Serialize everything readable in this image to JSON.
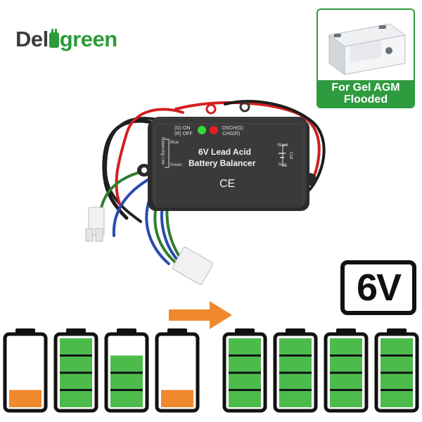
{
  "logo": {
    "part1": "Del",
    "part2": "green"
  },
  "badge": {
    "line1": "For Gel AGM",
    "line2": "Flooded"
  },
  "device": {
    "title_line1": "6V Lead Acid",
    "title_line2": "Battery Balancer",
    "led_green_label_1": "(G) ON",
    "led_green_label_2": "(R) OFF",
    "led_red_label_1": "DSCH(G)",
    "led_red_label_2": "CHG(R)",
    "left_side_label": "Balancing Line",
    "left_blue": "Blue",
    "left_green": "Green",
    "right_black": "Black",
    "right_red": "Red",
    "right_cell": "Cell",
    "ce_mark": "CE"
  },
  "voltage_label": "6V",
  "colors": {
    "green": "#4cbb4c",
    "orange": "#f0882d",
    "brand": "#2c9c3a"
  },
  "batteries": [
    {
      "level_pct": 25,
      "color": "orange"
    },
    {
      "level_pct": 100,
      "color": "green"
    },
    {
      "level_pct": 75,
      "color": "green"
    },
    {
      "level_pct": 25,
      "color": "orange"
    },
    {
      "level_pct": 100,
      "color": "green"
    },
    {
      "level_pct": 100,
      "color": "green"
    },
    {
      "level_pct": 100,
      "color": "green"
    },
    {
      "level_pct": 100,
      "color": "green"
    }
  ]
}
